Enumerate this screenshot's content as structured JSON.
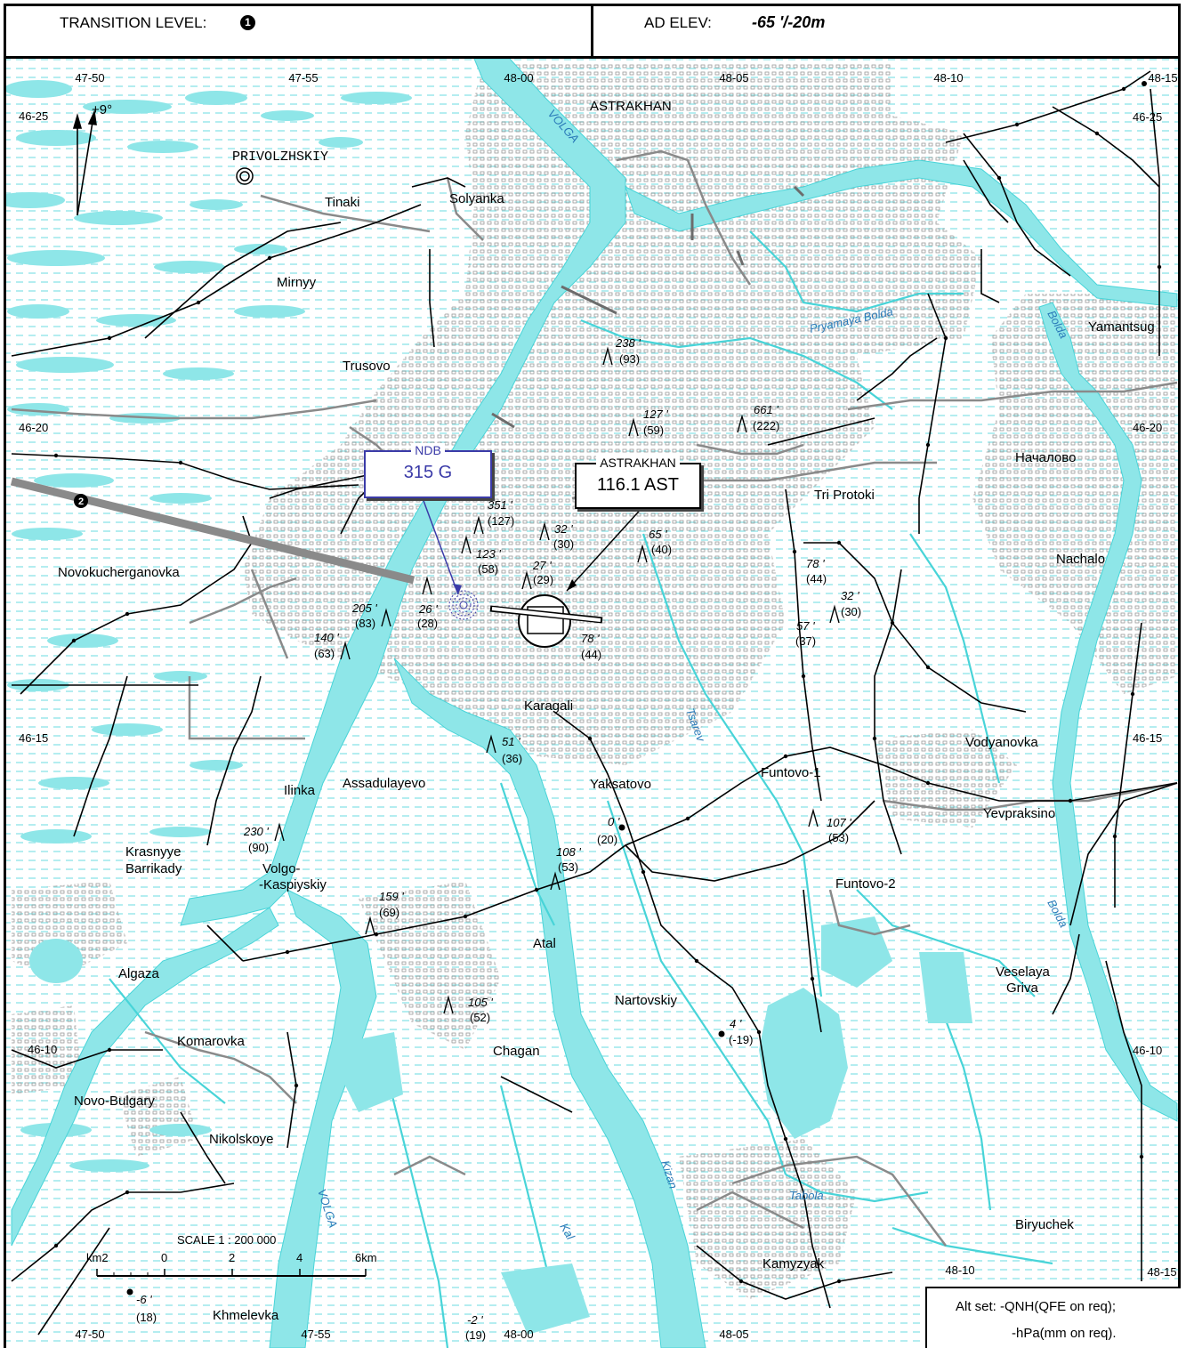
{
  "header": {
    "transition_level_label": "TRANSITION LEVEL:",
    "transition_level_note": "1",
    "ad_elev_label": "AD ELEV:",
    "ad_elev_value": "-65 '/-20m"
  },
  "grid_labels": {
    "top": [
      "47-50",
      "47-55",
      "48-00",
      "48-05",
      "48-10",
      "48-15"
    ],
    "bottom": [
      "47-50",
      "47-55",
      "48-00",
      "48-05",
      "48-10",
      "48-15"
    ],
    "left": [
      "46-25",
      "46-20",
      "46-15",
      "46-10"
    ],
    "right": [
      "46-25",
      "46-20",
      "46-15",
      "46-10"
    ]
  },
  "magnetic_variation": "+9°",
  "places": [
    {
      "id": "astrakhan",
      "text": "ASTRAKHAN"
    },
    {
      "id": "privolzhskiy",
      "text": "PRIVOLZHSKIY"
    },
    {
      "id": "tinaki",
      "text": "Tinaki"
    },
    {
      "id": "solyanka",
      "text": "Solyanka"
    },
    {
      "id": "mirnyy",
      "text": "Mirnyy"
    },
    {
      "id": "trusovo",
      "text": "Trusovo"
    },
    {
      "id": "yamantsug",
      "text": "Yamantsug"
    },
    {
      "id": "nachalovo_ru",
      "text": "Началово"
    },
    {
      "id": "tri_protoki",
      "text": "Tri Protoki"
    },
    {
      "id": "nachalo",
      "text": "Nachalo"
    },
    {
      "id": "novokucherganovka",
      "text": "Novokucherganovka"
    },
    {
      "id": "karagali",
      "text": "Karagali"
    },
    {
      "id": "vodyanovka",
      "text": "Vodyanovka"
    },
    {
      "id": "funtovo1",
      "text": "Funtovo-1"
    },
    {
      "id": "yaksatovo",
      "text": "Yaksatovo"
    },
    {
      "id": "ilinka",
      "text": "Ilinka"
    },
    {
      "id": "assadulayevo",
      "text": "Assadulayevo"
    },
    {
      "id": "yevpraksino",
      "text": "Yevpraksino"
    },
    {
      "id": "krasnyye",
      "text": "Krasnyye"
    },
    {
      "id": "barrikady",
      "text": "Barrikady"
    },
    {
      "id": "volgo",
      "text": "Volgo-"
    },
    {
      "id": "kaspiyskiy",
      "text": "-Kaspiyskiy"
    },
    {
      "id": "funtovo2",
      "text": "Funtovo-2"
    },
    {
      "id": "atal",
      "text": "Atal"
    },
    {
      "id": "algaza",
      "text": "Algaza"
    },
    {
      "id": "veselaya",
      "text": "Veselaya"
    },
    {
      "id": "griva",
      "text": "Griva"
    },
    {
      "id": "nartovskiy",
      "text": "Nartovskiy"
    },
    {
      "id": "komarovka",
      "text": "Komarovka"
    },
    {
      "id": "chagan",
      "text": "Chagan"
    },
    {
      "id": "novobulgary",
      "text": "Novo-Bulgary"
    },
    {
      "id": "nikolskoye",
      "text": "Nikolskoye"
    },
    {
      "id": "biryuchek",
      "text": "Biryuchek"
    },
    {
      "id": "kamyzyak",
      "text": "Kamyzyak"
    },
    {
      "id": "khmelevka",
      "text": "Khmelevka"
    }
  ],
  "rivers": [
    {
      "id": "volga_n",
      "text": "VOLGA"
    },
    {
      "id": "pryamaya",
      "text": "Pryamaya Bolda"
    },
    {
      "id": "bolda_n",
      "text": "Bolda"
    },
    {
      "id": "tsarev",
      "text": "Tsarev"
    },
    {
      "id": "bolda_s",
      "text": "Bolda"
    },
    {
      "id": "kizan",
      "text": "Kizan"
    },
    {
      "id": "tabola",
      "text": "Tabola"
    },
    {
      "id": "kal",
      "text": "Kal"
    },
    {
      "id": "volga_s",
      "text": "VOLGA"
    }
  ],
  "elevations": [
    {
      "ft": "238 '",
      "m": "(93)"
    },
    {
      "ft": "127 '",
      "m": "(59)"
    },
    {
      "ft": "661 '",
      "m": "(222)"
    },
    {
      "ft": "351 '",
      "m": "(127)"
    },
    {
      "ft": "123 '",
      "m": "(58)"
    },
    {
      "ft": "32 '",
      "m": "(30)"
    },
    {
      "ft": "65 '",
      "m": "(40)"
    },
    {
      "ft": "27 '",
      "m": "(29)"
    },
    {
      "ft": "78 '",
      "m": "(44)"
    },
    {
      "ft": "32 '",
      "m": "(30)"
    },
    {
      "ft": "57 '",
      "m": "(37)"
    },
    {
      "ft": "205 '",
      "m": "(83)"
    },
    {
      "ft": "26 '",
      "m": "(28)"
    },
    {
      "ft": "140 '",
      "m": "(63)"
    },
    {
      "ft": "78 '",
      "m": "(44)"
    },
    {
      "ft": "51 '",
      "m": "(36)"
    },
    {
      "ft": "0 '",
      "m": "(20)"
    },
    {
      "ft": "107 '",
      "m": "(53)"
    },
    {
      "ft": "230 '",
      "m": "(90)"
    },
    {
      "ft": "108 '",
      "m": "(53)"
    },
    {
      "ft": "159 '",
      "m": "(69)"
    },
    {
      "ft": "105 '",
      "m": "(52)"
    },
    {
      "ft": "4 '",
      "m": "(-19)"
    },
    {
      "ft": "-6 '",
      "m": "(18)"
    },
    {
      "ft": "-2 '",
      "m": "(19)"
    }
  ],
  "ndb": {
    "label": "NDB",
    "freq": "315 G"
  },
  "vor": {
    "label": "ASTRAKHAN",
    "freq": "116.1 AST"
  },
  "approach_note": "2",
  "scale": {
    "title": "SCALE 1 : 200 000",
    "ticks": [
      "km2",
      "0",
      "2",
      "4",
      "6km"
    ]
  },
  "alt_set": {
    "line1": "Alt set: -QNH(QFE on req);",
    "line2": "-hPa(mm on req)."
  },
  "colors": {
    "water": "#8ee6e8",
    "water_line": "#48d4d8",
    "rail": "#000000",
    "road": "#8a8a8a",
    "ndb": "#3b3ba8"
  }
}
